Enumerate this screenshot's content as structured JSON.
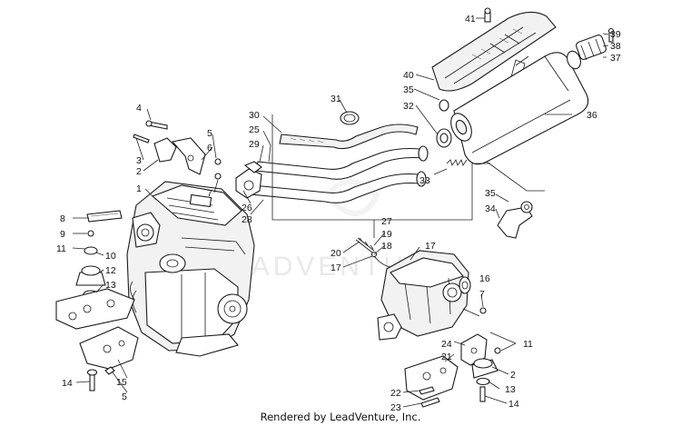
{
  "credit": "Rendered by LeadVenture, Inc.",
  "watermark": "LEADVENTURE",
  "callouts": [
    {
      "id": "c41",
      "label": "41"
    },
    {
      "id": "c39",
      "label": "39"
    },
    {
      "id": "c38",
      "label": "38"
    },
    {
      "id": "c37",
      "label": "37"
    },
    {
      "id": "c40",
      "label": "40"
    },
    {
      "id": "c35a",
      "label": "35"
    },
    {
      "id": "c32",
      "label": "32"
    },
    {
      "id": "c36",
      "label": "36"
    },
    {
      "id": "c31",
      "label": "31"
    },
    {
      "id": "c30",
      "label": "30"
    },
    {
      "id": "c25",
      "label": "25"
    },
    {
      "id": "c29",
      "label": "29"
    },
    {
      "id": "c33",
      "label": "33"
    },
    {
      "id": "c26",
      "label": "26"
    },
    {
      "id": "c28",
      "label": "28"
    },
    {
      "id": "c35b",
      "label": "35"
    },
    {
      "id": "c34",
      "label": "34"
    },
    {
      "id": "c27",
      "label": "27"
    },
    {
      "id": "c19",
      "label": "19"
    },
    {
      "id": "c18",
      "label": "18"
    },
    {
      "id": "c20",
      "label": "20"
    },
    {
      "id": "c17a",
      "label": "17"
    },
    {
      "id": "c17b",
      "label": "17"
    },
    {
      "id": "c4",
      "label": "4"
    },
    {
      "id": "c5a",
      "label": "5"
    },
    {
      "id": "c6",
      "label": "6"
    },
    {
      "id": "c3",
      "label": "3"
    },
    {
      "id": "c2a",
      "label": "2"
    },
    {
      "id": "c1",
      "label": "1"
    },
    {
      "id": "c7a",
      "label": "7"
    },
    {
      "id": "c8",
      "label": "8"
    },
    {
      "id": "c9",
      "label": "9"
    },
    {
      "id": "c11a",
      "label": "11"
    },
    {
      "id": "c10",
      "label": "10"
    },
    {
      "id": "c12",
      "label": "12"
    },
    {
      "id": "c13a",
      "label": "13"
    },
    {
      "id": "c14a",
      "label": "14"
    },
    {
      "id": "c15",
      "label": "15"
    },
    {
      "id": "c5b",
      "label": "5"
    },
    {
      "id": "c16",
      "label": "16"
    },
    {
      "id": "c7b",
      "label": "7"
    },
    {
      "id": "c24",
      "label": "24"
    },
    {
      "id": "c11b",
      "label": "11"
    },
    {
      "id": "c21",
      "label": "21"
    },
    {
      "id": "c2b",
      "label": "2"
    },
    {
      "id": "c13b",
      "label": "13"
    },
    {
      "id": "c22",
      "label": "22"
    },
    {
      "id": "c23",
      "label": "23"
    },
    {
      "id": "c14b",
      "label": "14"
    }
  ]
}
